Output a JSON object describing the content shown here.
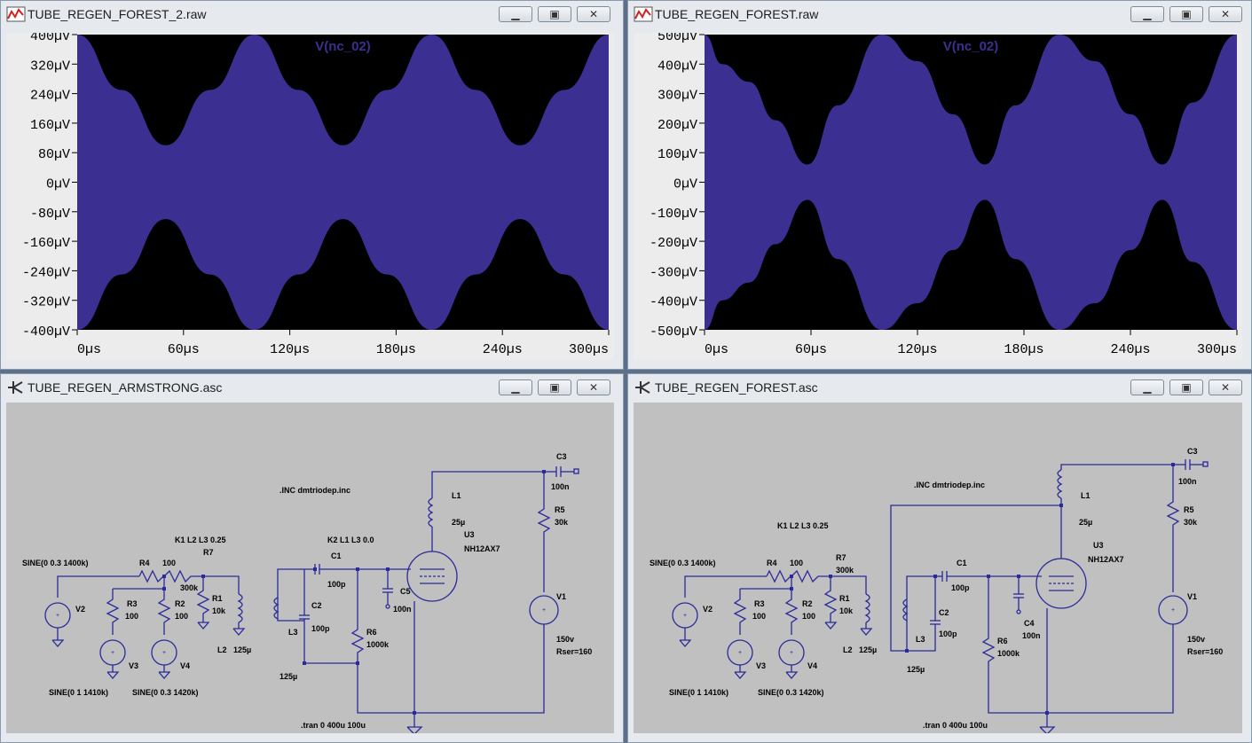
{
  "windows": {
    "wave1": {
      "title": "TUBE_REGEN_FOREST_2.raw",
      "trace_label": "V(nc_02)",
      "y_ticks": [
        "400µV",
        "320µV",
        "240µV",
        "160µV",
        "80µV",
        "0µV",
        "-80µV",
        "-160µV",
        "-240µV",
        "-320µV",
        "-400µV"
      ],
      "x_ticks": [
        "0µs",
        "60µs",
        "120µs",
        "180µs",
        "240µs",
        "300µs"
      ]
    },
    "wave2": {
      "title": "TUBE_REGEN_FOREST.raw",
      "trace_label": "V(nc_02)",
      "y_ticks": [
        "500µV",
        "400µV",
        "300µV",
        "200µV",
        "100µV",
        "0µV",
        "-100µV",
        "-200µV",
        "-300µV",
        "-400µV",
        "-500µV"
      ],
      "x_ticks": [
        "0µs",
        "60µs",
        "120µs",
        "180µs",
        "240µs",
        "300µs"
      ]
    },
    "sch1": {
      "title": "TUBE_REGEN_ARMSTRONG.asc",
      "labels": {
        "inc": ".INC dmtriodep.inc",
        "k1": "K1 L2 L3 0.25",
        "k2": "K2 L1 L3 0.0",
        "tran": ".tran 0 400u 100u",
        "sine_v2": "SINE(0 0.3 1400k)",
        "sine_v3": "SINE(0 1 1410k)",
        "sine_v4": "SINE(0 0.3 1420k)",
        "v2": "V2",
        "v3": "V3",
        "v4": "V4",
        "v1": "V1",
        "r4": "R4",
        "r4v": "100",
        "r7": "R7",
        "r7v": "300k",
        "r3": "R3",
        "r3v": "100",
        "r2": "R2",
        "r2v": "100",
        "r1": "R1",
        "r1v": "10k",
        "l2": "L2",
        "l2v": "125µ",
        "l3": "L3",
        "l3v": "125µ",
        "c1": "C1",
        "c1v": "100p",
        "c2": "C2",
        "c2v": "100p",
        "r6": "R6",
        "r6v": "1000k",
        "c5": "C5",
        "c5v": "100n",
        "u3": "U3",
        "u3v": "NH12AX7",
        "l1": "L1",
        "l1v": "25µ",
        "c3": "C3",
        "c3v": "100n",
        "r5": "R5",
        "r5v": "30k",
        "v1v": "150v",
        "v1r": "Rser=160"
      }
    },
    "sch2": {
      "title": "TUBE_REGEN_FOREST.asc",
      "labels": {
        "inc": ".INC dmtriodep.inc",
        "k1": "K1 L2 L3 0.25",
        "tran": ".tran 0 400u 100u",
        "sine_v2": "SINE(0 0.3 1400k)",
        "sine_v3": "SINE(0 1 1410k)",
        "sine_v4": "SINE(0 0.3 1420k)",
        "v2": "V2",
        "v3": "V3",
        "v4": "V4",
        "v1": "V1",
        "r4": "R4",
        "r4v": "100",
        "r7": "R7",
        "r7v": "300k",
        "r3": "R3",
        "r3v": "100",
        "r2": "R2",
        "r2v": "100",
        "r1": "R1",
        "r1v": "10k",
        "l2": "L2",
        "l2v": "125µ",
        "l3": "L3",
        "l3v": "125µ",
        "c1": "C1",
        "c1v": "100p",
        "c2": "C2",
        "c2v": "100p",
        "r6": "R6",
        "r6v": "1000k",
        "c4": "C4",
        "c4v": "100n",
        "u3": "U3",
        "u3v": "NH12AX7",
        "l1": "L1",
        "l1v": "25µ",
        "c3": "C3",
        "c3v": "100n",
        "r5": "R5",
        "r5v": "30k",
        "v1v": "150v",
        "v1r": "Rser=160"
      }
    }
  },
  "colors": {
    "plot_bg": "#000000",
    "trace": "#3b2f91",
    "wire": "#2a2a9a",
    "schematic_bg": "#c0c0c0",
    "axis_text": "#000000"
  },
  "chart_data": [
    {
      "type": "area",
      "title": "V(nc_02)",
      "xlim": [
        0,
        300
      ],
      "ylim": [
        -400,
        400
      ],
      "x_unit": "µs",
      "y_unit": "µV",
      "series": [
        {
          "name": "V(nc_02)",
          "x": [
            0,
            25,
            50,
            75,
            100,
            125,
            150,
            175,
            200,
            225,
            250,
            275,
            300
          ],
          "upper": [
            400,
            250,
            100,
            250,
            400,
            250,
            100,
            250,
            400,
            250,
            100,
            250,
            400
          ],
          "lower": [
            -400,
            -250,
            -100,
            -250,
            -400,
            -250,
            -100,
            -250,
            -400,
            -250,
            -100,
            -250,
            -400
          ]
        }
      ]
    },
    {
      "type": "area",
      "title": "V(nc_02)",
      "xlim": [
        0,
        300
      ],
      "ylim": [
        -500,
        500
      ],
      "x_unit": "µs",
      "y_unit": "µV",
      "series": [
        {
          "name": "V(nc_02)",
          "x": [
            0,
            10,
            25,
            40,
            58,
            75,
            100,
            120,
            140,
            158,
            175,
            200,
            220,
            240,
            258,
            275,
            300
          ],
          "upper": [
            500,
            400,
            340,
            210,
            60,
            260,
            500,
            410,
            230,
            60,
            260,
            500,
            410,
            230,
            60,
            270,
            500
          ],
          "lower": [
            -500,
            -400,
            -340,
            -210,
            -60,
            -260,
            -500,
            -410,
            -230,
            -60,
            -260,
            -500,
            -410,
            -230,
            -60,
            -270,
            -500
          ]
        }
      ]
    }
  ]
}
